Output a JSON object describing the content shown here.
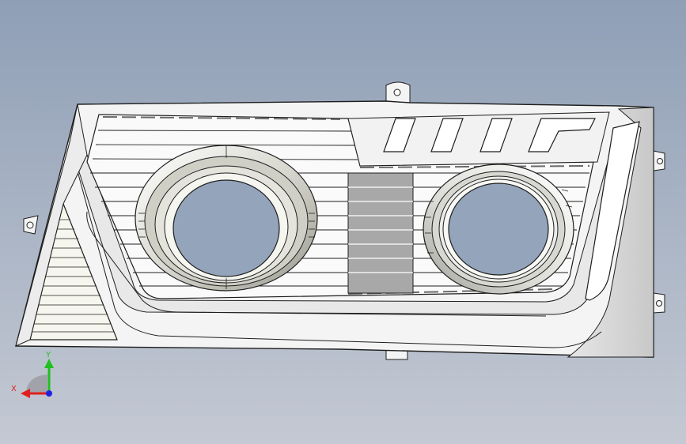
{
  "viewport": {
    "background_top": "#8f9fb6",
    "background_bottom": "#c4c9d3"
  },
  "model": {
    "part": "fog-lamp-bezel",
    "edge_color": "#1e1e1e",
    "face_color": "#f4f4f4",
    "shade_color": "#b8b8b8",
    "insert_color": "#a8a8a8"
  },
  "triad": {
    "x_label": "X",
    "y_label": "Y",
    "x_color": "#e02020",
    "y_color": "#20c020",
    "z_color": "#2020e0"
  }
}
